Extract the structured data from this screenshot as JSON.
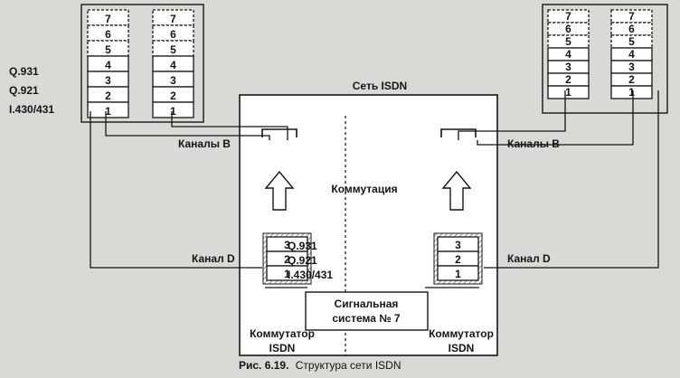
{
  "figure": {
    "network_title": "Сеть ISDN",
    "switching_label": "Коммутация",
    "signal_system": [
      "Сигнальная",
      "система № 7"
    ],
    "switch_left": [
      "Коммутатор",
      "ISDN"
    ],
    "switch_right": [
      "Коммутатор",
      "ISDN"
    ],
    "channels_b_left": "Каналы В",
    "channels_b_right": "Каналы В",
    "channel_d_left": "Канал D",
    "channel_d_right": "Канал D",
    "protocols": [
      "Q.931",
      "Q.921",
      "I.430/431"
    ],
    "layers_full": [
      "7",
      "6",
      "5",
      "4",
      "3",
      "2",
      "1"
    ],
    "layers_short": [
      "3",
      "2",
      "1"
    ],
    "caption_prefix": "Рис. 6.19.",
    "caption_text": "Структура сети ISDN"
  },
  "colors": {
    "background": "#d9d9d5",
    "ink": "#151515",
    "network_fill": "#ffffff",
    "hatch": "#6d6d6d"
  }
}
